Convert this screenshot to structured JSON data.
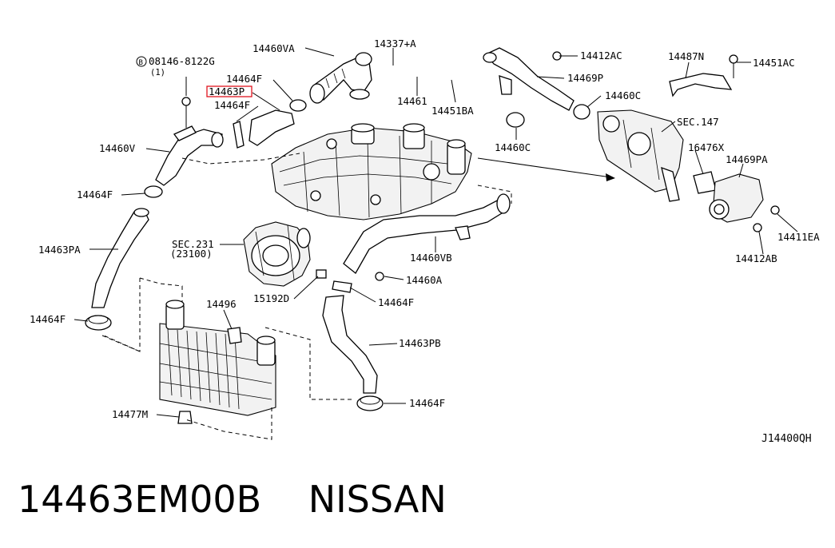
{
  "diagram": {
    "labels": {
      "bolt_spec": "08146-8122G",
      "bolt_qty": "(1)",
      "circle_b": "B",
      "l_14460VA": "14460VA",
      "l_14337A": "14337+A",
      "l_14464F_top": "14464F",
      "l_14463P": "14463P",
      "l_14464F_mid": "14464F",
      "l_14461": "14461",
      "l_14451BA": "14451BA",
      "l_14412AC": "14412AC",
      "l_14469P": "14469P",
      "l_14487N": "14487N",
      "l_14451AC": "14451AC",
      "l_14460C_right": "14460C",
      "l_14460C_left": "14460C",
      "l_SEC147": "SEC.147",
      "l_14460V": "14460V",
      "l_16476X": "16476X",
      "l_14469PA": "14469PA",
      "l_14464F_left": "14464F",
      "l_14411EA": "14411EA",
      "l_14412AB": "14412AB",
      "l_14463PA": "14463PA",
      "l_SEC231": "SEC.231",
      "l_23100": "(23100)",
      "l_14460VB": "14460VB",
      "l_14460A": "14460A",
      "l_15192D": "15192D",
      "l_14464F_center": "14464F",
      "l_14496": "14496",
      "l_14464F_lower": "14464F",
      "l_14463PB": "14463PB",
      "l_14464F_bottom": "14464F",
      "l_14477M": "14477M"
    },
    "highlight_color": "#e0141e"
  },
  "reference_code": "J14400QH",
  "caption": {
    "part_number": "14463EM00B",
    "brand": "NISSAN"
  }
}
